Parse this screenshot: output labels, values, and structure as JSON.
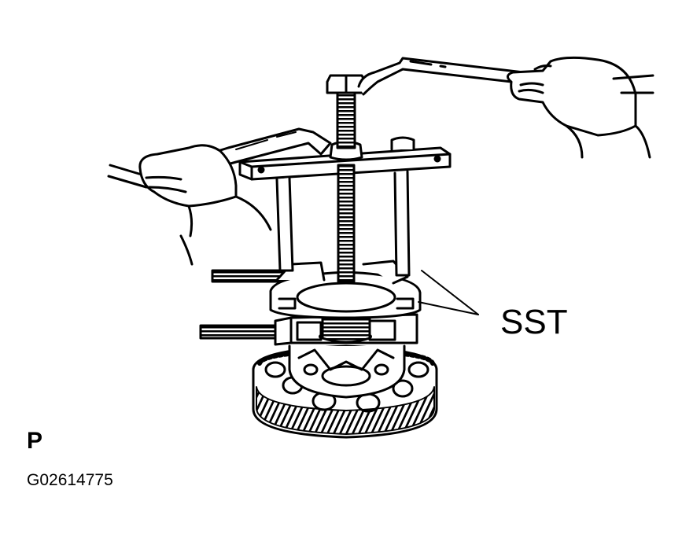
{
  "labels": {
    "callout": "SST",
    "view_letter": "P",
    "figure_id": "G02614775"
  },
  "colors": {
    "ink": "#000000",
    "paper": "#ffffff"
  }
}
